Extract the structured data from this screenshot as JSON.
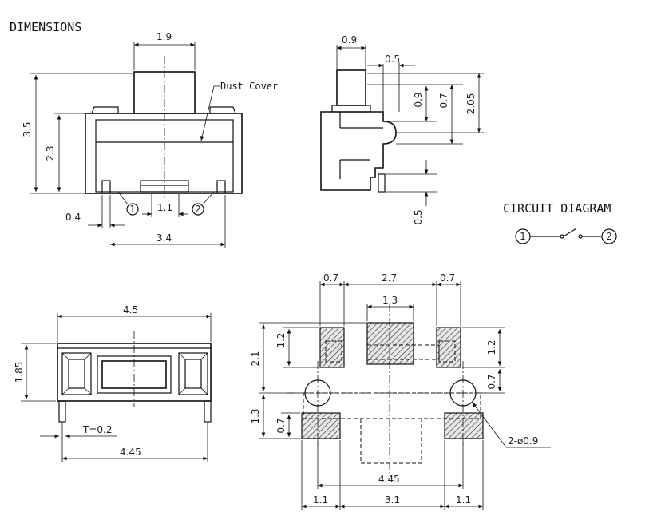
{
  "title": "DIMENSIONS",
  "circuit_title": "CIRCUIT DIAGRAM",
  "dust_cover_label": "Dust Cover",
  "front_view": {
    "top_width": "1.9",
    "height_total": "3.5",
    "body_height": "2.3",
    "pin_width": "0.4",
    "pin_gap": "1.1",
    "body_width": "3.4",
    "pin1": "1",
    "pin2": "2"
  },
  "side_view": {
    "stem_width": "0.9",
    "offset": "0.5",
    "dim_09": "0.9",
    "dim_07": "0.7",
    "dim_205": "2.05",
    "dim_05": "0.5"
  },
  "circuit": {
    "node1": "1",
    "node2": "2"
  },
  "bottom_view": {
    "width": "4.5",
    "height": "1.85",
    "thickness": "T=0.2",
    "pin_span": "4.45"
  },
  "footprint": {
    "pad_left": "0.7",
    "pad_gap": "2.7",
    "pad_right": "0.7",
    "center_pad": "1.3",
    "left_12": "1.2",
    "right_12": "1.2",
    "height_21": "2.1",
    "right_07": "0.7",
    "height_13": "1.3",
    "left_07": "0.7",
    "hole_label": "2-ø0.9",
    "pad_span": "4.45",
    "bot_11_left": "1.1",
    "bot_31": "3.1",
    "bot_11_right": "1.1"
  }
}
